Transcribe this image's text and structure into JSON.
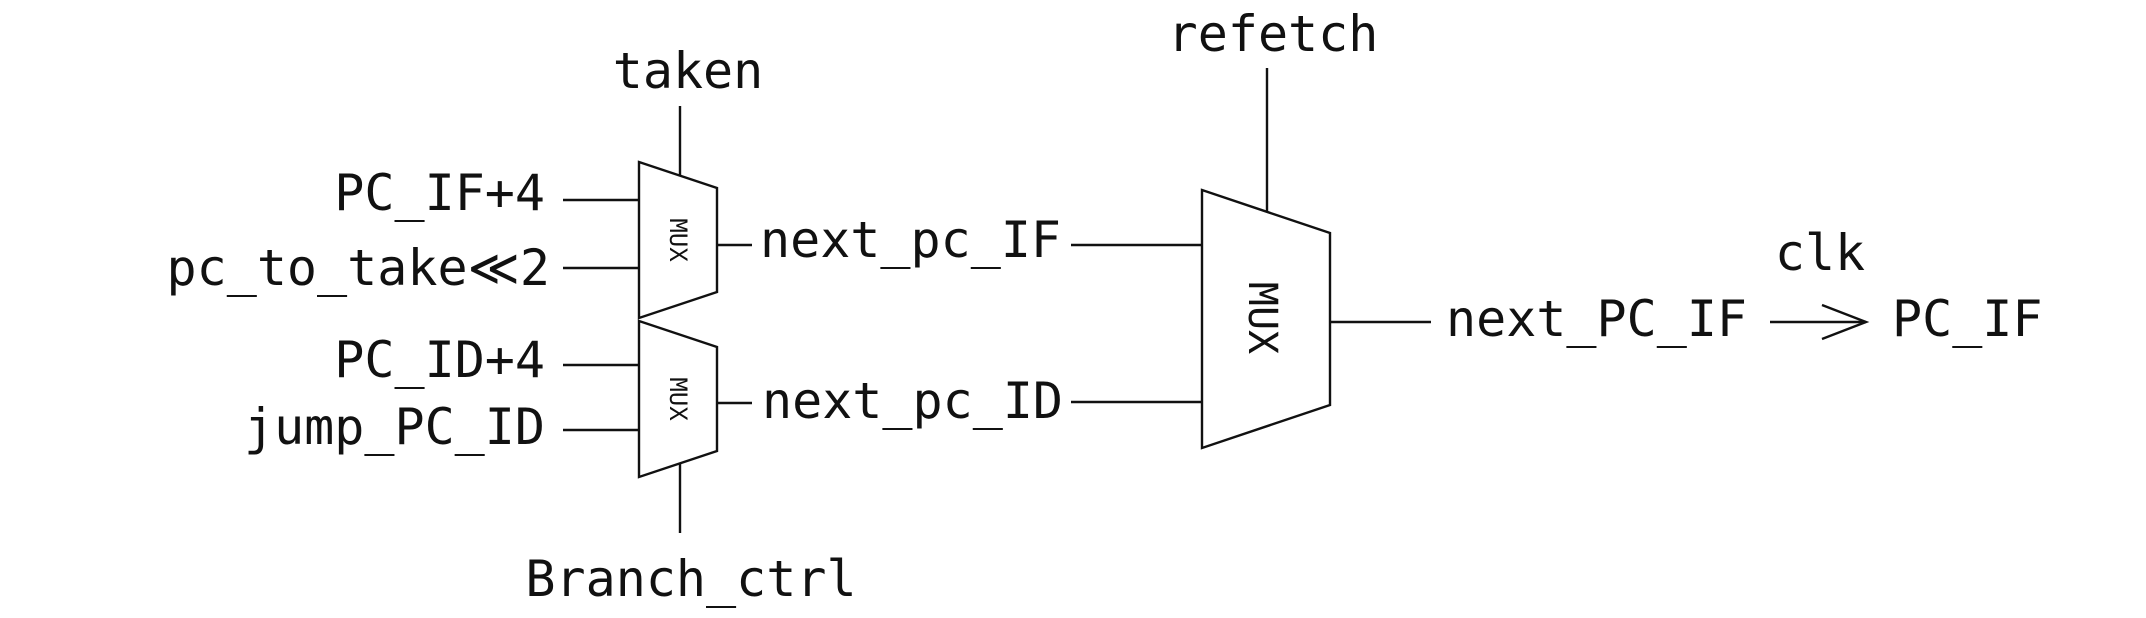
{
  "labels": {
    "taken": "taken",
    "refetch": "refetch",
    "pc_if_plus4": "PC_IF+4",
    "pc_to_take": "pc_to_take≪2",
    "pc_id_plus4": "PC_ID+4",
    "jump_pc_id": "jump_PC_ID",
    "next_pc_if": "next_pc_IF",
    "next_pc_id": "next_pc_ID",
    "branch_ctrl": "Branch_ctrl",
    "next_pc_if_out": "next_PC_IF",
    "clk": "clk",
    "pc_if": "PC_IF"
  },
  "muxes": {
    "upper": "MUX",
    "lower": "MUX",
    "final": "MUX"
  }
}
